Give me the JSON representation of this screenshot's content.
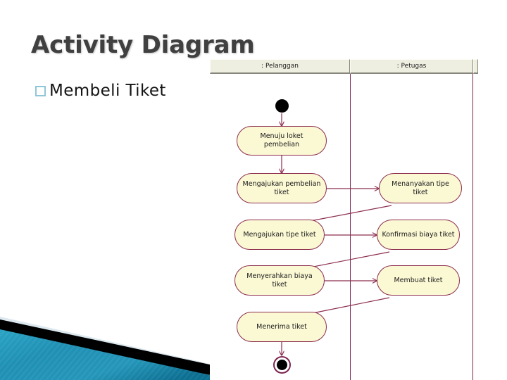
{
  "slide": {
    "title": "Activity Diagram",
    "bullet_marker": "hollow-square-bullet",
    "bullet_text": "Membeli Tiket",
    "colors": {
      "title": "#404040",
      "bullet_marker": "#8fc7d8",
      "banner_blue": "#1f8fb5",
      "banner_black": "#000000",
      "banner_light": "#dce8ef"
    }
  },
  "diagram": {
    "type": "uml-activity-diagram",
    "lanes": [
      {
        "name": ": Pelanggan"
      },
      {
        "name": ": Petugas"
      },
      {
        "name": ""
      }
    ],
    "nodes": [
      {
        "id": "start",
        "kind": "initial-node",
        "label": ""
      },
      {
        "id": "a1",
        "kind": "activity",
        "lane": 0,
        "label": "Menuju loket pembelian"
      },
      {
        "id": "a2",
        "kind": "activity",
        "lane": 0,
        "label": "Mengajukan pembelian tiket"
      },
      {
        "id": "a3",
        "kind": "activity",
        "lane": 0,
        "label": "Mengajukan tipe tiket"
      },
      {
        "id": "a4",
        "kind": "activity",
        "lane": 0,
        "label": "Menyerahkan biaya tiket"
      },
      {
        "id": "a5",
        "kind": "activity",
        "lane": 0,
        "label": "Menerima tiket"
      },
      {
        "id": "b1",
        "kind": "activity",
        "lane": 1,
        "label": "Menanyakan tipe tiket"
      },
      {
        "id": "b2",
        "kind": "activity",
        "lane": 1,
        "label": "Konfirmasi biaya tiket"
      },
      {
        "id": "b3",
        "kind": "activity",
        "lane": 1,
        "label": "Membuat tiket"
      },
      {
        "id": "end",
        "kind": "final-node",
        "label": ""
      }
    ],
    "edges": [
      {
        "from": "start",
        "to": "a1"
      },
      {
        "from": "a1",
        "to": "a2"
      },
      {
        "from": "a2",
        "to": "b1"
      },
      {
        "from": "b1",
        "to": "a3"
      },
      {
        "from": "a3",
        "to": "b2"
      },
      {
        "from": "b2",
        "to": "a4"
      },
      {
        "from": "a4",
        "to": "b3"
      },
      {
        "from": "b3",
        "to": "a5"
      },
      {
        "from": "a5",
        "to": "end"
      }
    ],
    "colors": {
      "node_fill": "#fbf8d4",
      "node_border": "#8c2d4e",
      "edge": "#8c2d4e",
      "lane_divider": "#7d2550",
      "header_fill": "#eeeee1"
    }
  }
}
